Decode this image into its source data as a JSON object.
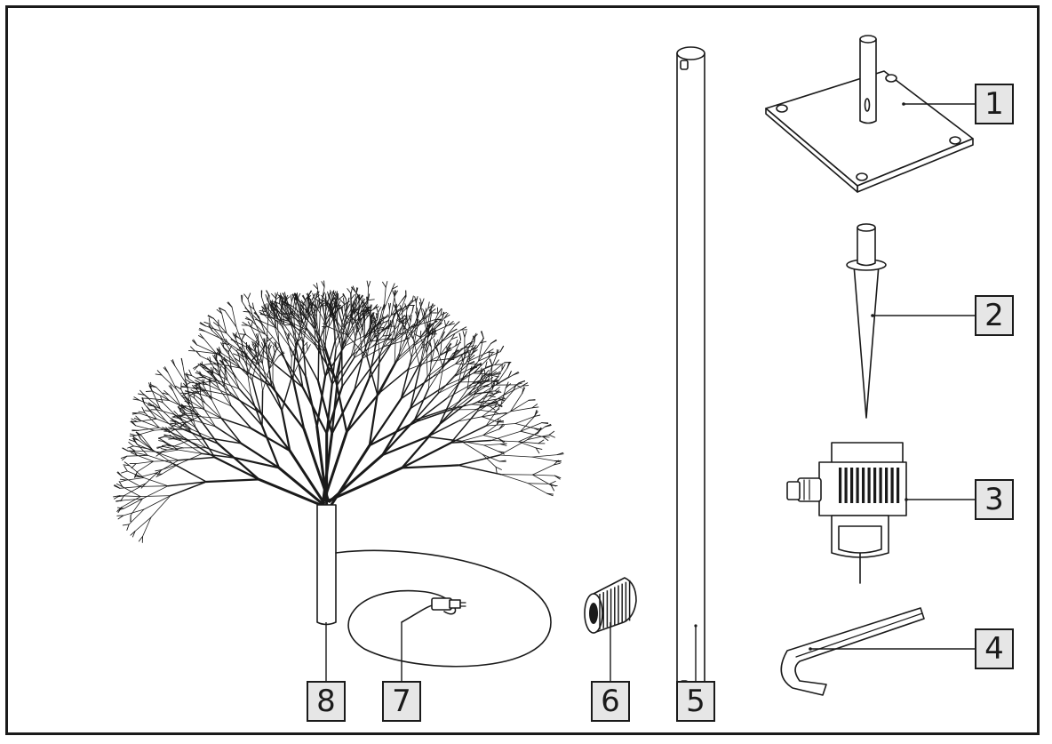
{
  "parts": [
    {
      "number": "1",
      "icon": "base-plate-icon"
    },
    {
      "number": "2",
      "icon": "ground-spike-icon"
    },
    {
      "number": "3",
      "icon": "power-adapter-icon"
    },
    {
      "number": "4",
      "icon": "allen-key-icon"
    },
    {
      "number": "5",
      "icon": "tube-extension-icon"
    },
    {
      "number": "6",
      "icon": "coupling-nut-icon"
    },
    {
      "number": "7",
      "icon": "cable-connector-icon"
    },
    {
      "number": "8",
      "icon": "tree-icon"
    }
  ]
}
